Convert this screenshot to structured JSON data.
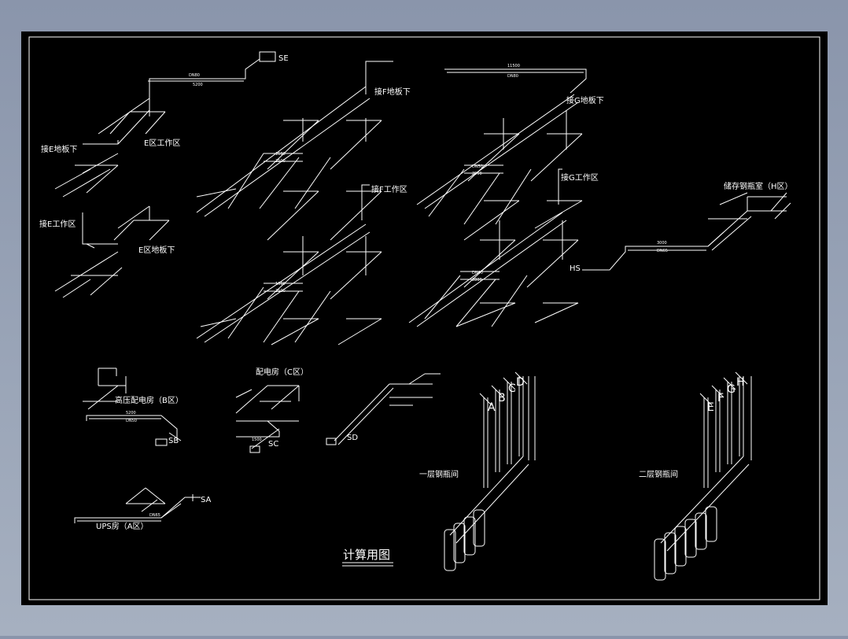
{
  "labels": {
    "e_floor_top": "接E地板下",
    "e_zone": "E区工作区",
    "e_work": "接E工作区",
    "e_floor": "E区地板下",
    "se": "SE",
    "f_floor": "接F地板下",
    "f_work": "接F工作区",
    "g_floor": "接G地板下",
    "g_work": "接G工作区",
    "h_room": "储存钢瓶室（H区）",
    "hs": "HS",
    "b_room": "高压配电房（B区）",
    "sb": "SB",
    "c_room": "配电房（C区）",
    "sc": "SC",
    "sd": "SD",
    "a_room": "UPS房（A区）",
    "sa": "SA",
    "floor1": "一层钢瓶间",
    "floor2": "二层钢瓶间",
    "bottom_title": "计算用图",
    "valve_a": "A",
    "valve_b": "B",
    "valve_c": "C",
    "valve_d": "D",
    "valve_e": "E",
    "valve_f": "F",
    "valve_g": "G",
    "valve_h": "H"
  },
  "dims": {
    "d_1500": "1500",
    "d_2800": "2800",
    "d_3000": "3000",
    "d_3500": "3500",
    "d_2500": "2500",
    "d_5200": "5200",
    "d_11500": "11500",
    "d_dn80": "DN80",
    "d_dn65": "DN65",
    "d_dn50": "DN50",
    "d_dn40": "DN40",
    "d_1600": "1600"
  },
  "colors": {
    "canvas": "#000000",
    "line": "#ffffff"
  }
}
